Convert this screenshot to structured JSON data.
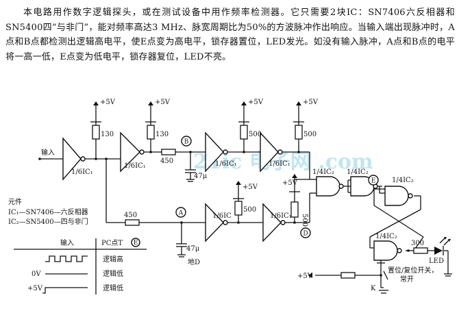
{
  "description": "本电路用作数字逻辑探头，或在测试设备中用作频率检测器。它只需要2块IC：SN7406六反相器和SN5400四“与非门”，能对频率高达3 MHz、脉宽周期比为50%的方波脉冲作出响应。当输入端出现脉冲时，A点和B点都检测出逻辑高电平，使E点变为高电平，锁存器置位，LED发光。如没有输入脉冲，A点和B点的电平将一高一低，E点变为低电平，锁存器复位，LED不亮。",
  "labels": {
    "input": "输入",
    "v5": "+5V",
    "r130": "130",
    "r450": "450",
    "r500": "500",
    "c47": "47μ",
    "ic1": "1/6IC₁",
    "ic_plain": "1/6IC",
    "ic2q": "1/4IC₂",
    "node_a": "A",
    "node_b": "B",
    "node_d": "D",
    "node_e": "E",
    "r300": "300",
    "led": "LED",
    "switch": "置位/复位开关，",
    "switch2": "常开",
    "k": "K",
    "ground_d": "地D",
    "watermark": "21ic 电子网 .com"
  },
  "legend": {
    "title": "元件",
    "items": [
      "IC₁—SN7406—六反相器",
      "IC₂—SN5400—四与非门"
    ]
  },
  "table": {
    "col_input": "输入",
    "col_pc": "PC点T",
    "col_e": "E",
    "rows": [
      {
        "input": "",
        "state": "逻辑高"
      },
      {
        "input": "0V",
        "state": "逻辑低"
      },
      {
        "input": "+5V",
        "state": "逻辑低"
      }
    ]
  }
}
